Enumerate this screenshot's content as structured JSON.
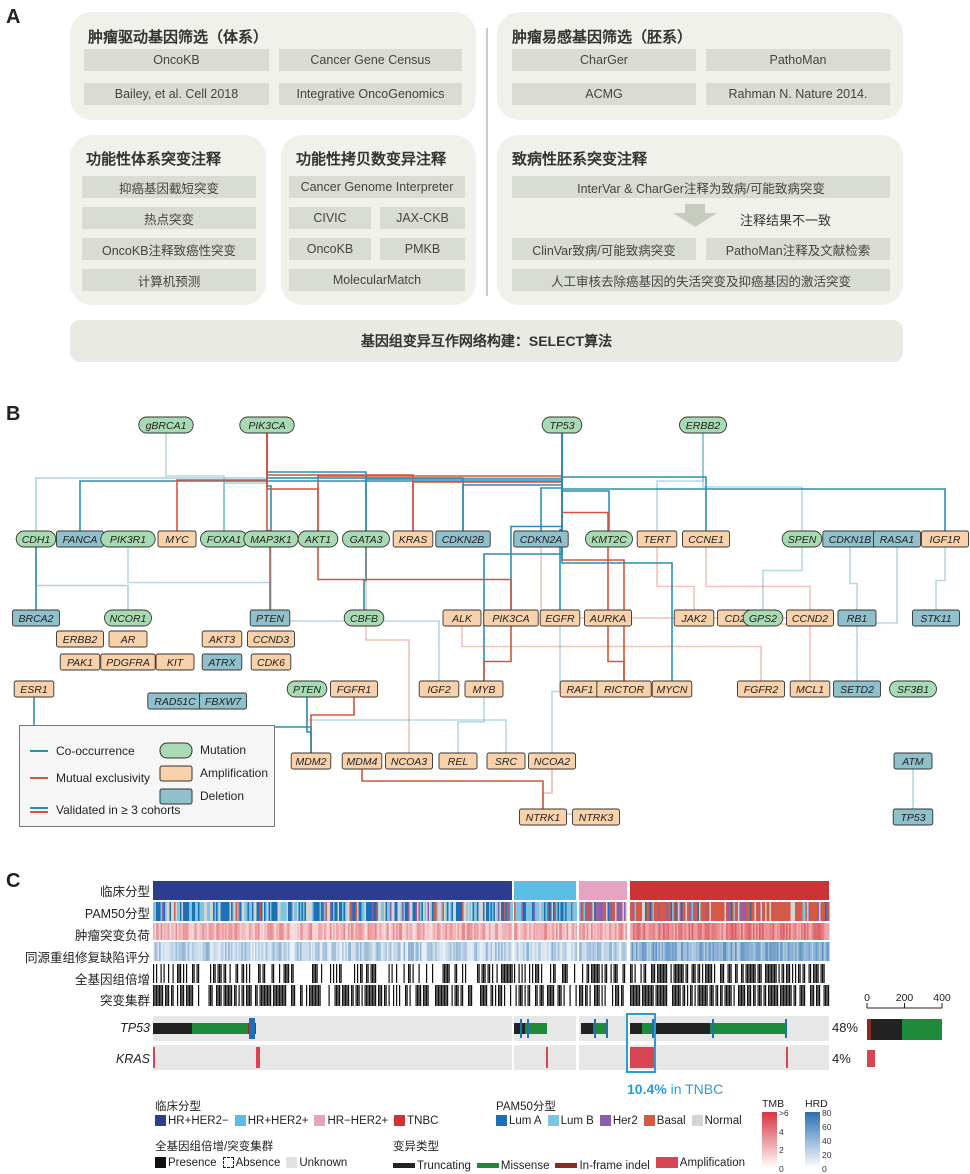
{
  "panels": {
    "a": "A",
    "b": "B",
    "c": "C"
  },
  "panel_a": {
    "driver_title": "肿瘤驱动基因筛选（体系）",
    "driver_items": [
      "OncoKB",
      "Cancer Gene Census",
      "Bailey, et al. Cell 2018",
      "Integrative OncoGenomics"
    ],
    "suscept_title": "肿瘤易感基因筛选（胚系）",
    "suscept_items": [
      "CharGer",
      "PathoMan",
      "ACMG",
      "Rahman N. Nature 2014."
    ],
    "func_somatic_title": "功能性体系突变注释",
    "func_somatic_items": [
      "抑癌基因截短突变",
      "热点突变",
      "OncoKB注释致癌性突变",
      "计算机预测"
    ],
    "func_cnv_title": "功能性拷贝数变异注释",
    "func_cnv_items": [
      "Cancer Genome Interpreter",
      "CIVIC",
      "JAX-CKB",
      "OncoKB",
      "PMKB",
      "MolecularMatch"
    ],
    "germline_title": "致病性胚系突变注释",
    "germline_items": [
      "InterVar & CharGer注释为致病/可能致病突变",
      "注释结果不一致",
      "ClinVar致病/可能致病突变",
      "PathoMan注释及文献检索",
      "人工审核去除癌基因的失活突变及抑癌基因的激活突变"
    ],
    "bottom_bar": "基因组变异互作网络构建：SELECT算法"
  },
  "panel_b": {
    "nodes": [
      {
        "id": "gBRCA1",
        "type": "mutation"
      },
      {
        "id": "PIK3CA",
        "type": "mutation"
      },
      {
        "id": "TP53",
        "type": "mutation"
      },
      {
        "id": "ERBB2",
        "type": "mutation"
      },
      {
        "id": "CDH1",
        "type": "mutation"
      },
      {
        "id": "FANCA",
        "type": "deletion"
      },
      {
        "id": "PIK3R1",
        "type": "mutation"
      },
      {
        "id": "MYC",
        "type": "amplification"
      },
      {
        "id": "FOXA1",
        "type": "mutation"
      },
      {
        "id": "MAP3K1",
        "type": "mutation"
      },
      {
        "id": "AKT1",
        "type": "mutation"
      },
      {
        "id": "GATA3",
        "type": "mutation"
      },
      {
        "id": "KRAS",
        "type": "amplification"
      },
      {
        "id": "CDKN2B",
        "type": "deletion"
      },
      {
        "id": "CDKN2A",
        "type": "deletion"
      },
      {
        "id": "KMT2C",
        "type": "mutation"
      },
      {
        "id": "TERT",
        "type": "amplification"
      },
      {
        "id": "CCNE1",
        "type": "amplification"
      },
      {
        "id": "SPEN",
        "type": "mutation"
      },
      {
        "id": "CDKN1B",
        "type": "deletion"
      },
      {
        "id": "RASA1",
        "type": "deletion"
      },
      {
        "id": "IGF1R",
        "type": "amplification"
      },
      {
        "id": "BRCA2",
        "type": "deletion"
      },
      {
        "id": "NCOR1",
        "type": "mutation"
      },
      {
        "id": "PTEN",
        "type": "deletion"
      },
      {
        "id": "CBFB",
        "type": "mutation"
      },
      {
        "id": "ALK",
        "type": "amplification"
      },
      {
        "id": "PIK3CA",
        "type": "amplification"
      },
      {
        "id": "EGFR",
        "type": "amplification"
      },
      {
        "id": "AURKA",
        "type": "amplification"
      },
      {
        "id": "JAK2",
        "type": "amplification"
      },
      {
        "id": "CD274",
        "type": "amplification"
      },
      {
        "id": "GPS2",
        "type": "mutation"
      },
      {
        "id": "CCND2",
        "type": "amplification"
      },
      {
        "id": "RB1",
        "type": "deletion"
      },
      {
        "id": "STK11",
        "type": "deletion"
      },
      {
        "id": "ERBB2",
        "type": "amplification"
      },
      {
        "id": "AR",
        "type": "amplification"
      },
      {
        "id": "AKT3",
        "type": "amplification"
      },
      {
        "id": "CCND3",
        "type": "amplification"
      },
      {
        "id": "PAK1",
        "type": "amplification"
      },
      {
        "id": "PDGFRA",
        "type": "amplification"
      },
      {
        "id": "KIT",
        "type": "amplification"
      },
      {
        "id": "ATRX",
        "type": "deletion"
      },
      {
        "id": "CDK6",
        "type": "amplification"
      },
      {
        "id": "ESR1",
        "type": "amplification"
      },
      {
        "id": "RAD51C",
        "type": "deletion"
      },
      {
        "id": "FBXW7",
        "type": "deletion"
      },
      {
        "id": "PTEN",
        "type": "mutation"
      },
      {
        "id": "FGFR1",
        "type": "amplification"
      },
      {
        "id": "IGF2",
        "type": "amplification"
      },
      {
        "id": "MYB",
        "type": "amplification"
      },
      {
        "id": "RAF1",
        "type": "amplification"
      },
      {
        "id": "RICTOR",
        "type": "amplification"
      },
      {
        "id": "MYCN",
        "type": "amplification"
      },
      {
        "id": "FGFR2",
        "type": "amplification"
      },
      {
        "id": "MCL1",
        "type": "amplification"
      },
      {
        "id": "SETD2",
        "type": "deletion"
      },
      {
        "id": "SF3B1",
        "type": "mutation"
      },
      {
        "id": "MDM2",
        "type": "amplification"
      },
      {
        "id": "MDM4",
        "type": "amplification"
      },
      {
        "id": "NCOA3",
        "type": "amplification"
      },
      {
        "id": "REL",
        "type": "amplification"
      },
      {
        "id": "SRC",
        "type": "amplification"
      },
      {
        "id": "NCOA2",
        "type": "amplification"
      },
      {
        "id": "ATM",
        "type": "deletion"
      },
      {
        "id": "NTRK1",
        "type": "amplification"
      },
      {
        "id": "NTRK3",
        "type": "amplification"
      },
      {
        "id": "TP53",
        "type": "deletion"
      }
    ],
    "legend": {
      "cooccurrence": "Co-occurrence",
      "mutual": "Mutual exclusivity",
      "validated": "Validated in ≥ 3 cohorts",
      "mutation": "Mutation",
      "amplification": "Amplification",
      "deletion": "Deletion"
    },
    "colors": {
      "cooccurrence": "#2b8fb0",
      "mutual": "#d6543c",
      "mutation": "#a8dbb4",
      "amplification": "#f9d1ab",
      "deletion": "#8fc0cc"
    }
  },
  "panel_c": {
    "row_labels": [
      "临床分型",
      "PAM50分型",
      "肿瘤突变负荷",
      "同源重组修复缺陷评分",
      "全基因组倍增",
      "突变集群"
    ],
    "genes": [
      {
        "name": "TP53",
        "pct": "48%"
      },
      {
        "name": "KRAS",
        "pct": "4%"
      }
    ],
    "axis_ticks": [
      "0",
      "200",
      "400"
    ],
    "highlight_value": "10.4%",
    "highlight_suffix": " in TNBC",
    "legend": {
      "clinical_title": "临床分型",
      "clinical": [
        {
          "label": "HR+HER2−",
          "color": "#2b3d8f"
        },
        {
          "label": "HR+HER2+",
          "color": "#5bbde3"
        },
        {
          "label": "HR−HER2+",
          "color": "#e7a3c4"
        },
        {
          "label": "TNBC",
          "color": "#cc3334"
        }
      ],
      "pam50_title": "PAM50分型",
      "pam50": [
        {
          "label": "Lum A",
          "color": "#1f6fb4"
        },
        {
          "label": "Lum B",
          "color": "#79c6e0"
        },
        {
          "label": "Her2",
          "color": "#8a5fb0"
        },
        {
          "label": "Basal",
          "color": "#d45a48"
        },
        {
          "label": "Normal",
          "color": "#d4d4d4"
        }
      ],
      "wgd_title": "全基因组倍增/突变集群",
      "wgd": [
        "Presence",
        "Absence",
        "Unknown"
      ],
      "variant_title": "变异类型",
      "variant": [
        {
          "label": "Truncating",
          "color": "#222222"
        },
        {
          "label": "Missense",
          "color": "#1e8a3a"
        },
        {
          "label": "In-frame indel",
          "color": "#8b2b1f"
        },
        {
          "label": "Amplification",
          "color": "#d94452"
        }
      ],
      "tmb_label": "TMB",
      "tmb_ticks": [
        ">6",
        "4",
        "2",
        "0"
      ],
      "hrd_label": "HRD",
      "hrd_ticks": [
        "80",
        "60",
        "40",
        "20",
        "0"
      ]
    }
  }
}
